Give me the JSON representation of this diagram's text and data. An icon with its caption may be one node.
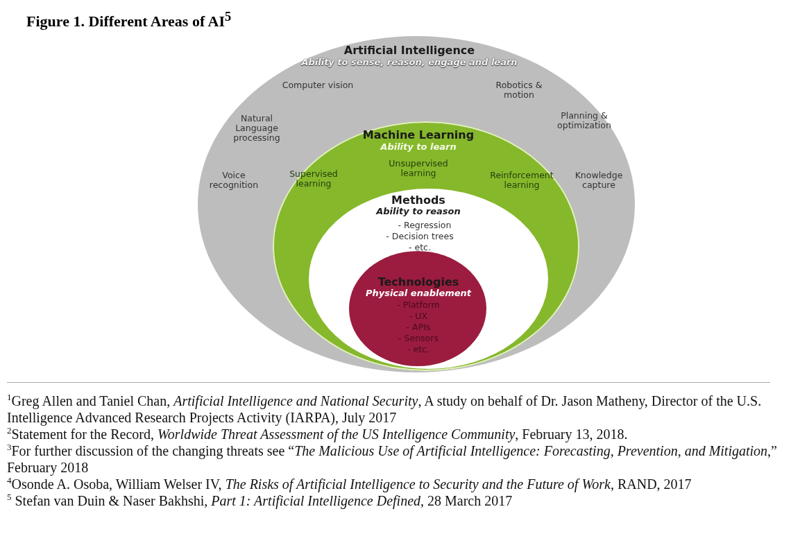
{
  "diagram": {
    "title": "Figure 1. Different Areas of AI$^{5}$",
    "nodes": [
      {
        "text": [
          "Artificial Intelligence",
          "Ability to sense, reason, engage and learn",
          "Computer vision",
          "Robotics & motion",
          "Natural Language processing",
          "Planning & optimization",
          "Voice recognition",
          "Knowledge capture"
        ]
      },
      {
        "text": [
          "Machine Learning",
          "Ability to learn",
          "Unsupervised learning",
          "Supervised learning",
          "Reinforcement learning"
        ],
        "in": 0
      },
      {
        "text": [
          "Methods",
          "Ability to reason",
          "- Regression",
          "- Decision trees",
          "- etc."
        ],
        "in": 1
      },
      {
        "text": [
          "Technologies",
          "Physical enablement",
          "- Platform",
          "- UX",
          "- APIs",
          "- Sensors",
          "- etc."
        ],
        "in": 2
      }
    ],
    "labels": [
      "$^{1}$Greg Allen and Taniel Chan, *Artificial Intelligence and National Security*, A study on behalf of Dr. Jason Matheny, Director of the U.S. Intelligence Advanced Research Projects Activity (IARPA), July 2017",
      "$^{2}$Statement for the Record, *Worldwide Threat Assessment of the US Intelligence Community*, February 13, 2018.",
      "$^{3}$For further discussion of the changing threats see “*The Malicious Use of Artificial Intelligence: Forecasting, Prevention, and Mitigation*,” February 2018",
      "$^{4}$Osonde A. Osoba, William Welser IV, *The Risks of Artificial Intelligence to Security and the Future of Work*, RAND, 2017",
      "$^{5}$ Stefan van Duin & Naser Bakhshi, *Part 1: Artificial Intelligence Defined*, 28 March 2017"
    ]
  }
}
